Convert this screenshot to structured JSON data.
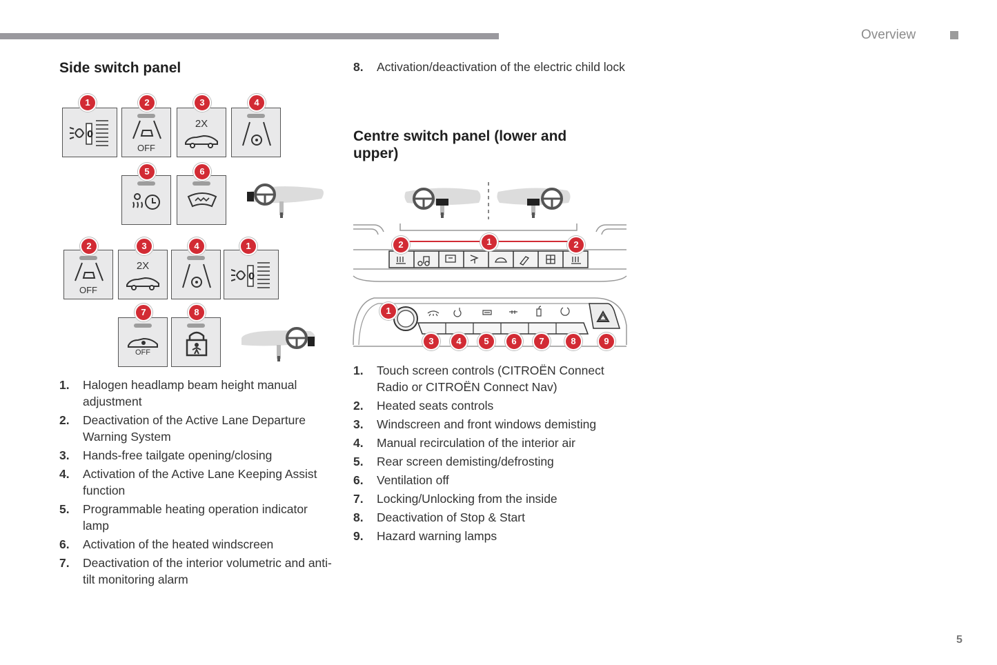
{
  "header": {
    "section": "Overview",
    "page_number": "5"
  },
  "side_panel": {
    "title": "Side switch panel",
    "figure": {
      "badges": [
        "1",
        "2",
        "3",
        "4",
        "5",
        "6",
        "2",
        "3",
        "4",
        "1",
        "7",
        "8"
      ],
      "labels": {
        "off": "OFF",
        "twice": "2X"
      }
    },
    "items": [
      {
        "num": "1.",
        "text": "Halogen headlamp beam height manual adjustment"
      },
      {
        "num": "2.",
        "text": "Deactivation of the Active Lane Departure Warning System"
      },
      {
        "num": "3.",
        "text": "Hands-free tailgate opening/closing"
      },
      {
        "num": "4.",
        "text": "Activation of the Active Lane Keeping Assist function"
      },
      {
        "num": "5.",
        "text": "Programmable heating operation indicator lamp"
      },
      {
        "num": "6.",
        "text": "Activation of the heated windscreen"
      },
      {
        "num": "7.",
        "text": "Deactivation of the interior volumetric and anti-tilt monitoring alarm"
      }
    ]
  },
  "side_panel_continued": [
    {
      "num": "8.",
      "text": "Activation/deactivation of the electric child lock"
    }
  ],
  "centre_panel": {
    "title": "Centre switch panel (lower and upper)",
    "figure": {
      "upper_badges": [
        "2",
        "1",
        "2"
      ],
      "lower_badges": [
        "1",
        "3",
        "4",
        "5",
        "6",
        "7",
        "8",
        "9"
      ]
    },
    "items": [
      {
        "num": "1.",
        "text": "Touch screen controls (CITROËN Connect Radio or CITROËN Connect Nav)"
      },
      {
        "num": "2.",
        "text": "Heated seats controls"
      },
      {
        "num": "3.",
        "text": "Windscreen and front windows demisting"
      },
      {
        "num": "4.",
        "text": "Manual recirculation of the interior air"
      },
      {
        "num": "5.",
        "text": "Rear screen demisting/defrosting"
      },
      {
        "num": "6.",
        "text": "Ventilation off"
      },
      {
        "num": "7.",
        "text": "Locking/Unlocking from the inside"
      },
      {
        "num": "8.",
        "text": "Deactivation of Stop & Start"
      },
      {
        "num": "9.",
        "text": "Hazard warning lamps"
      }
    ]
  }
}
